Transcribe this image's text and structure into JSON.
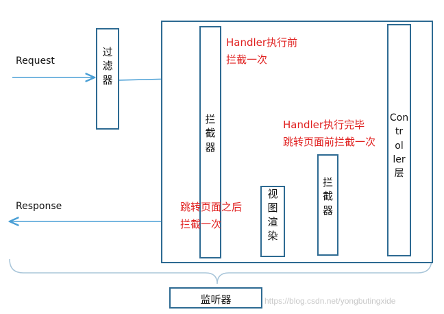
{
  "labels": {
    "request": "Request",
    "response": "Response",
    "filter": "过\n滤\n器",
    "interceptor_main": "拦\n截\n器",
    "controller": "Con\ntr\nol\nler\n层",
    "interceptor_small": "拦\n截\n器",
    "view_render": "视\n图\n渲\n染",
    "listener": "监听器",
    "before_handler": "Handler执行前\n拦截一次",
    "after_handler": "Handler执行完毕\n跳转页面前拦截一次",
    "after_render": "跳转页面之后\n拦截一次",
    "watermark": "https://blog.csdn.net/yongbutingxide"
  },
  "colors": {
    "stroke": "#2d6a92",
    "arrow": "#4a9fd5",
    "brace": "#a8c5d9",
    "annotation": "#e0201f"
  }
}
